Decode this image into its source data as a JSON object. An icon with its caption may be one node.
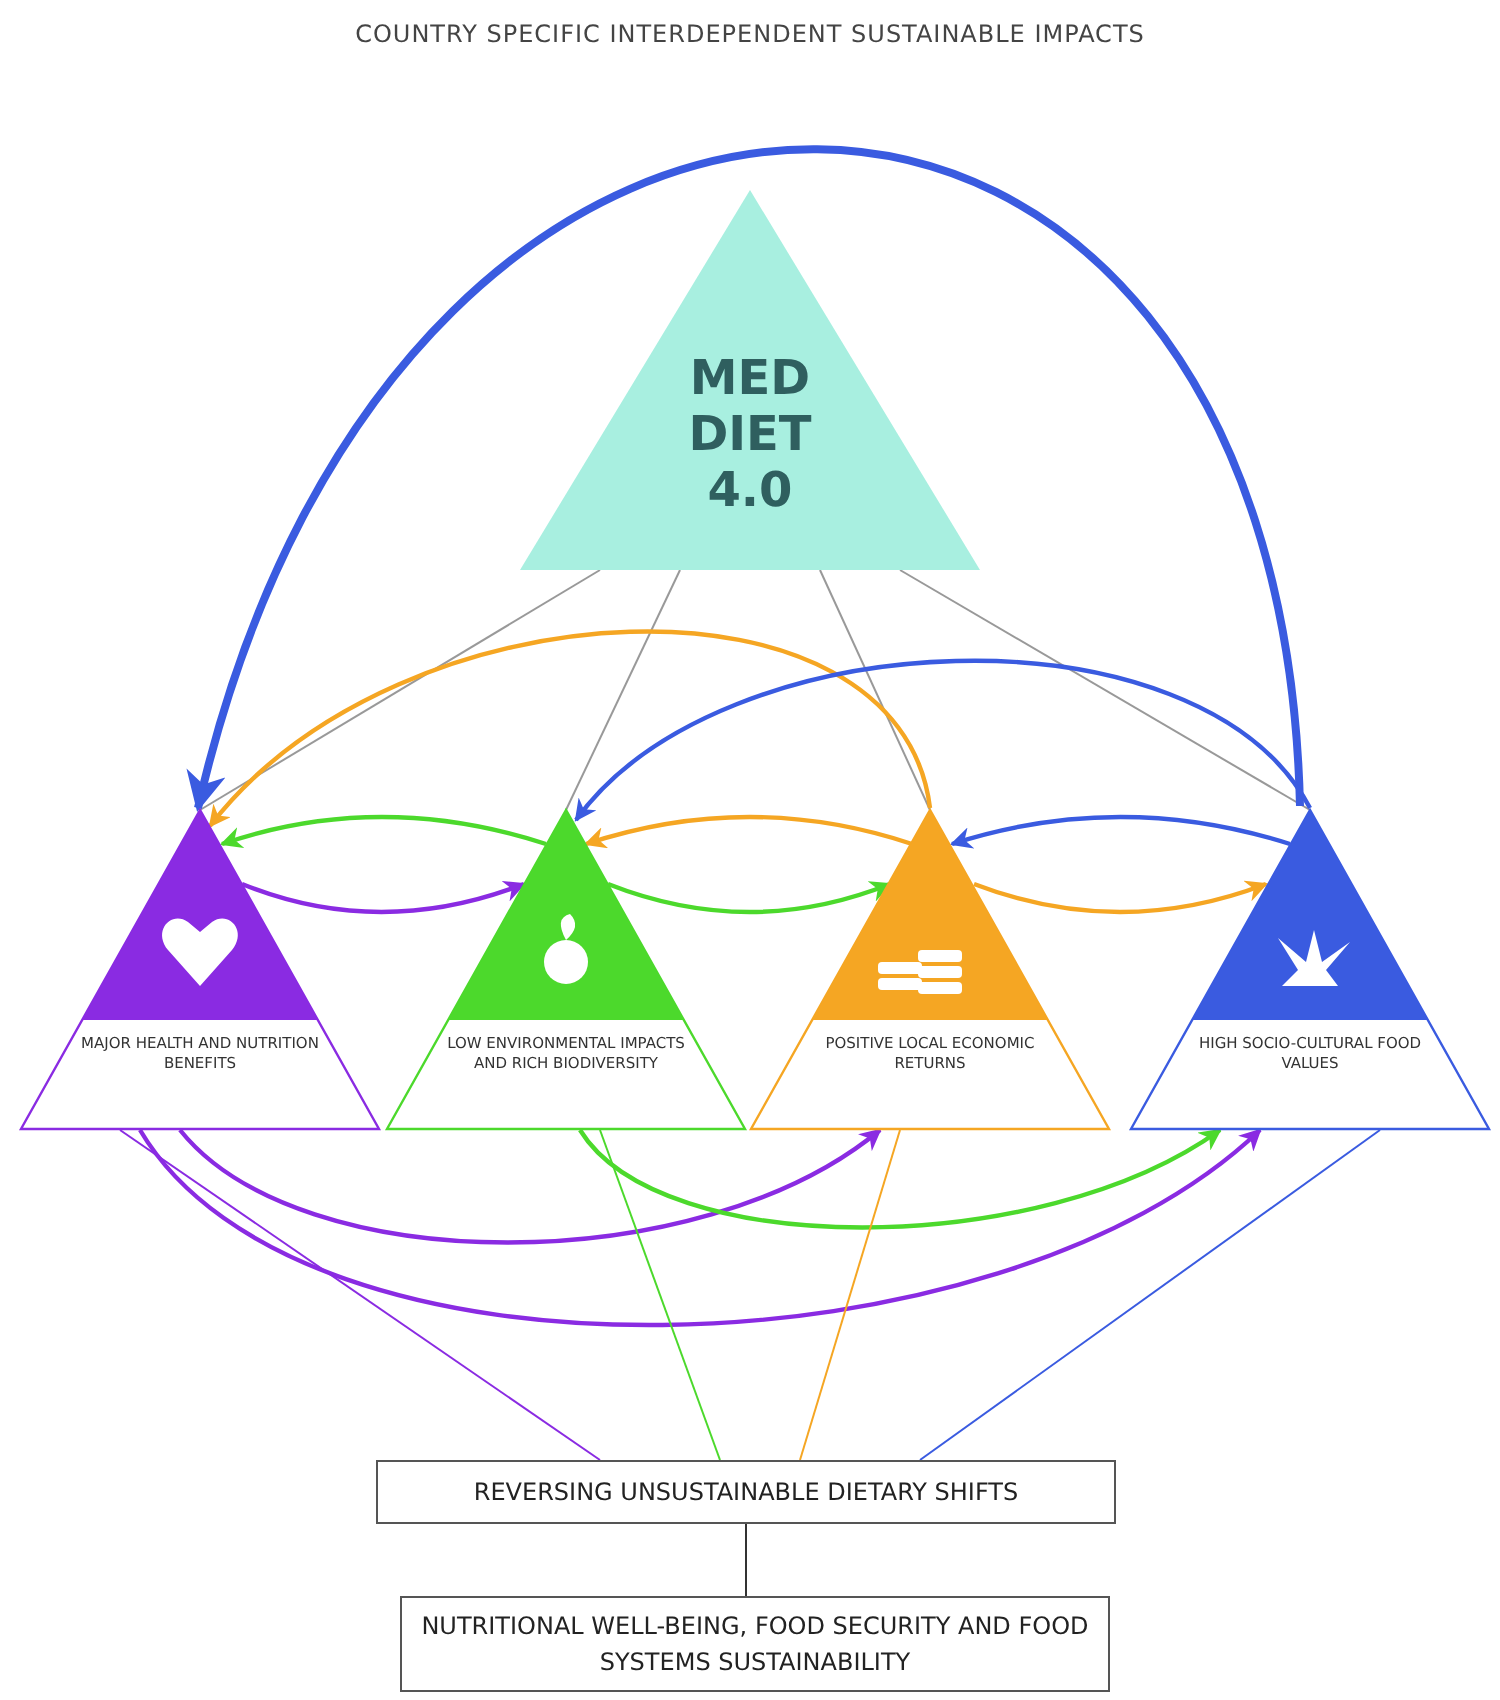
{
  "diagram": {
    "title": "COUNTRY SPECIFIC INTERDEPENDENT SUSTAINABLE IMPACTS",
    "nodes": [
      {
        "text": [
          "MED DIET 4.0"
        ]
      },
      {
        "text": [
          "MAJOR HEALTH AND NUTRITION BENEFITS"
        ]
      },
      {
        "text": [
          "LOW ENVIRONMENTAL IMPACTS AND RICH BIODIVERSITY"
        ]
      },
      {
        "text": [
          "POSITIVE LOCAL ECONOMIC RETURNS"
        ]
      },
      {
        "text": [
          "HIGH SOCIO-CULTURAL FOOD VALUES"
        ]
      },
      {
        "text": [
          "REVERSING UNSUSTAINABLE DIETARY SHIFTS"
        ]
      },
      {
        "text": [
          "NUTRITIONAL WELL-BEING, FOOD SECURITY AND FOOD SYSTEMS SUSTAINABILITY"
        ]
      }
    ],
    "edges": [
      {
        "from": 0,
        "to": 1,
        "arrow": "none",
        "color": "#999999"
      },
      {
        "from": 0,
        "to": 2,
        "arrow": "none",
        "color": "#999999"
      },
      {
        "from": 0,
        "to": 3,
        "arrow": "none",
        "color": "#999999"
      },
      {
        "from": 0,
        "to": 4,
        "arrow": "none",
        "color": "#999999"
      },
      {
        "from": 4,
        "to": 1,
        "arrow": "to",
        "color": "#3a5be0",
        "style": "thick"
      },
      {
        "from": 3,
        "to": 1,
        "arrow": "to",
        "color": "#f5a623"
      },
      {
        "from": 4,
        "to": 2,
        "arrow": "to",
        "color": "#3a5be0"
      },
      {
        "from": 2,
        "to": 1,
        "arrow": "to",
        "color": "#4cd92c"
      },
      {
        "from": 1,
        "to": 2,
        "arrow": "to",
        "color": "#8a2be2"
      },
      {
        "from": 3,
        "to": 2,
        "arrow": "to",
        "color": "#f5a623"
      },
      {
        "from": 2,
        "to": 3,
        "arrow": "to",
        "color": "#4cd92c"
      },
      {
        "from": 4,
        "to": 3,
        "arrow": "to",
        "color": "#3a5be0"
      },
      {
        "from": 3,
        "to": 4,
        "arrow": "to",
        "color": "#f5a623"
      },
      {
        "from": 1,
        "to": 3,
        "arrow": "to",
        "color": "#8a2be2"
      },
      {
        "from": 1,
        "to": 4,
        "arrow": "to",
        "color": "#8a2be2"
      },
      {
        "from": 2,
        "to": 4,
        "arrow": "to",
        "color": "#4cd92c"
      },
      {
        "from": 1,
        "to": 5,
        "arrow": "none",
        "color": "#8a2be2"
      },
      {
        "from": 2,
        "to": 5,
        "arrow": "none",
        "color": "#4cd92c"
      },
      {
        "from": 3,
        "to": 5,
        "arrow": "none",
        "color": "#f5a623"
      },
      {
        "from": 4,
        "to": 5,
        "arrow": "none",
        "color": "#3a5be0"
      },
      {
        "from": 5,
        "to": 6,
        "arrow": "none",
        "color": "#333333"
      }
    ]
  }
}
